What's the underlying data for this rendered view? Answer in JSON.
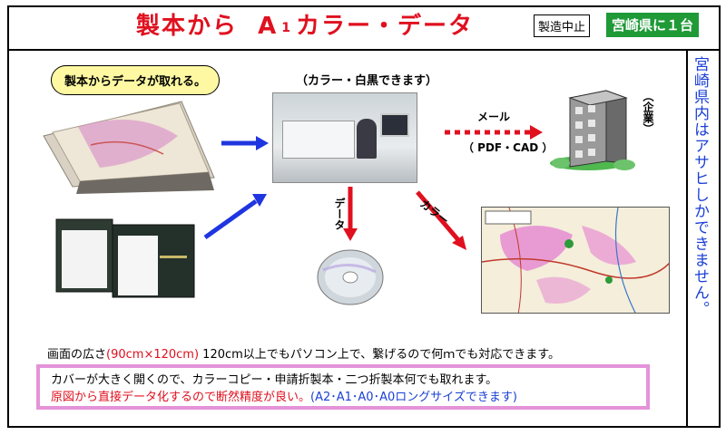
{
  "header": {
    "title_pre": "製本から",
    "title_a": "A",
    "title_sub": "1",
    "title_post": "カラー・データ",
    "badge_discontinued": "製造中止",
    "badge_miyazaki": "宮崎県に１台"
  },
  "sidebar": {
    "vertical_text": "宮崎県内はアサヒしかできません。"
  },
  "diagram": {
    "pill_label": "製本からデータが取れる。",
    "copier_caption": "（カラー・白黒できます）",
    "mail_label": "メール",
    "pdfcad_label": "（ PDF・CAD ）",
    "company_label": "（企業）",
    "data_label": "データ",
    "color_label": "カラー"
  },
  "caption": {
    "pre": "画面の広さ",
    "size": "(90cm×120cm)",
    "post": "120cm以上でもパソコン上で、繋げるので何ｍでも対応できます。"
  },
  "info": {
    "line1": "カバーが大きく開くので、カラーコピー・申請折製本・二つ折製本何でも取れます。",
    "line2_red": "原図から直接データ化するので断然精度が良い。",
    "line2_blue": "(A2･A1･A0･A0ロングサイズできます)"
  },
  "colors": {
    "title_red": "#e0101f",
    "badge_green": "#1f9a37",
    "sidebar_blue": "#1a3fd6",
    "pill_yellow": "#fff8a2",
    "box_pink": "#e493d9",
    "arrow_blue": "#1f35e0",
    "arrow_red": "#e0101f"
  }
}
